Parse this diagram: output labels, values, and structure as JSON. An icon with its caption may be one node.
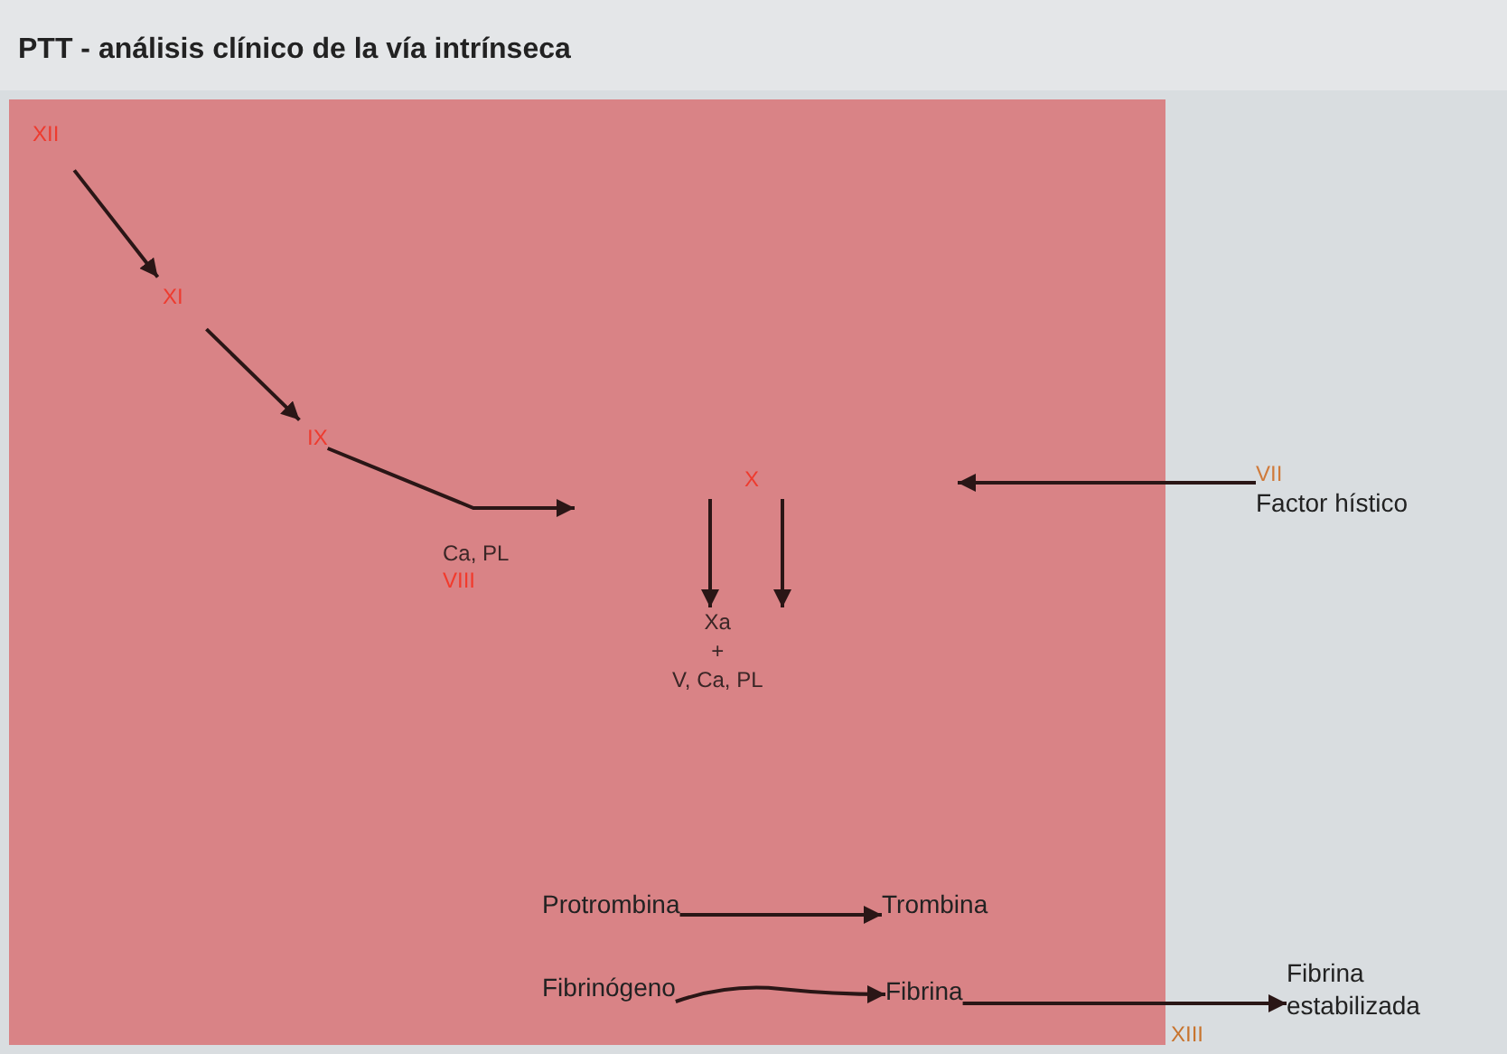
{
  "diagram": {
    "title": "PTT - análisis clínico de la vía intrínseca",
    "nodes": [
      {
        "text": [],
        "shape": "box"
      },
      {
        "text": [
          "XII"
        ],
        "in": 0
      },
      {
        "text": [
          "XI"
        ],
        "in": 0
      },
      {
        "text": [
          "IX"
        ],
        "in": 0
      },
      {
        "text": [
          "Ca, PL",
          "VIII"
        ],
        "in": 0
      },
      {
        "text": [
          "X"
        ],
        "in": 0
      },
      {
        "text": [
          "Xa",
          "+",
          "V, Ca, PL"
        ],
        "in": 0
      },
      {
        "text": [
          "VII",
          "Factor hístico"
        ]
      },
      {
        "text": [
          "Protrombina"
        ],
        "in": 0
      },
      {
        "text": [
          "Trombina"
        ],
        "in": 0
      },
      {
        "text": [
          "Fibrinógeno"
        ],
        "in": 0
      },
      {
        "text": [
          "Fibrina"
        ],
        "in": 0
      },
      {
        "text": [
          "Fibrina estabilizada"
        ]
      }
    ],
    "edges": [
      {
        "from": 1,
        "to": 2,
        "arrow": "to"
      },
      {
        "from": 2,
        "to": 3,
        "arrow": "to"
      },
      {
        "from": 3,
        "to": null,
        "arrow": "to"
      },
      {
        "from": 5,
        "to": 6,
        "arrow": "to"
      },
      {
        "from": 5,
        "to": 6,
        "arrow": "to"
      },
      {
        "from": 7,
        "to": null,
        "arrow": "to"
      },
      {
        "from": 8,
        "to": 9,
        "arrow": "to"
      },
      {
        "from": 10,
        "to": 11,
        "arrow": "to"
      },
      {
        "from": 11,
        "to": 12,
        "arrow": "to"
      }
    ],
    "labels": [
      "XIII"
    ]
  }
}
